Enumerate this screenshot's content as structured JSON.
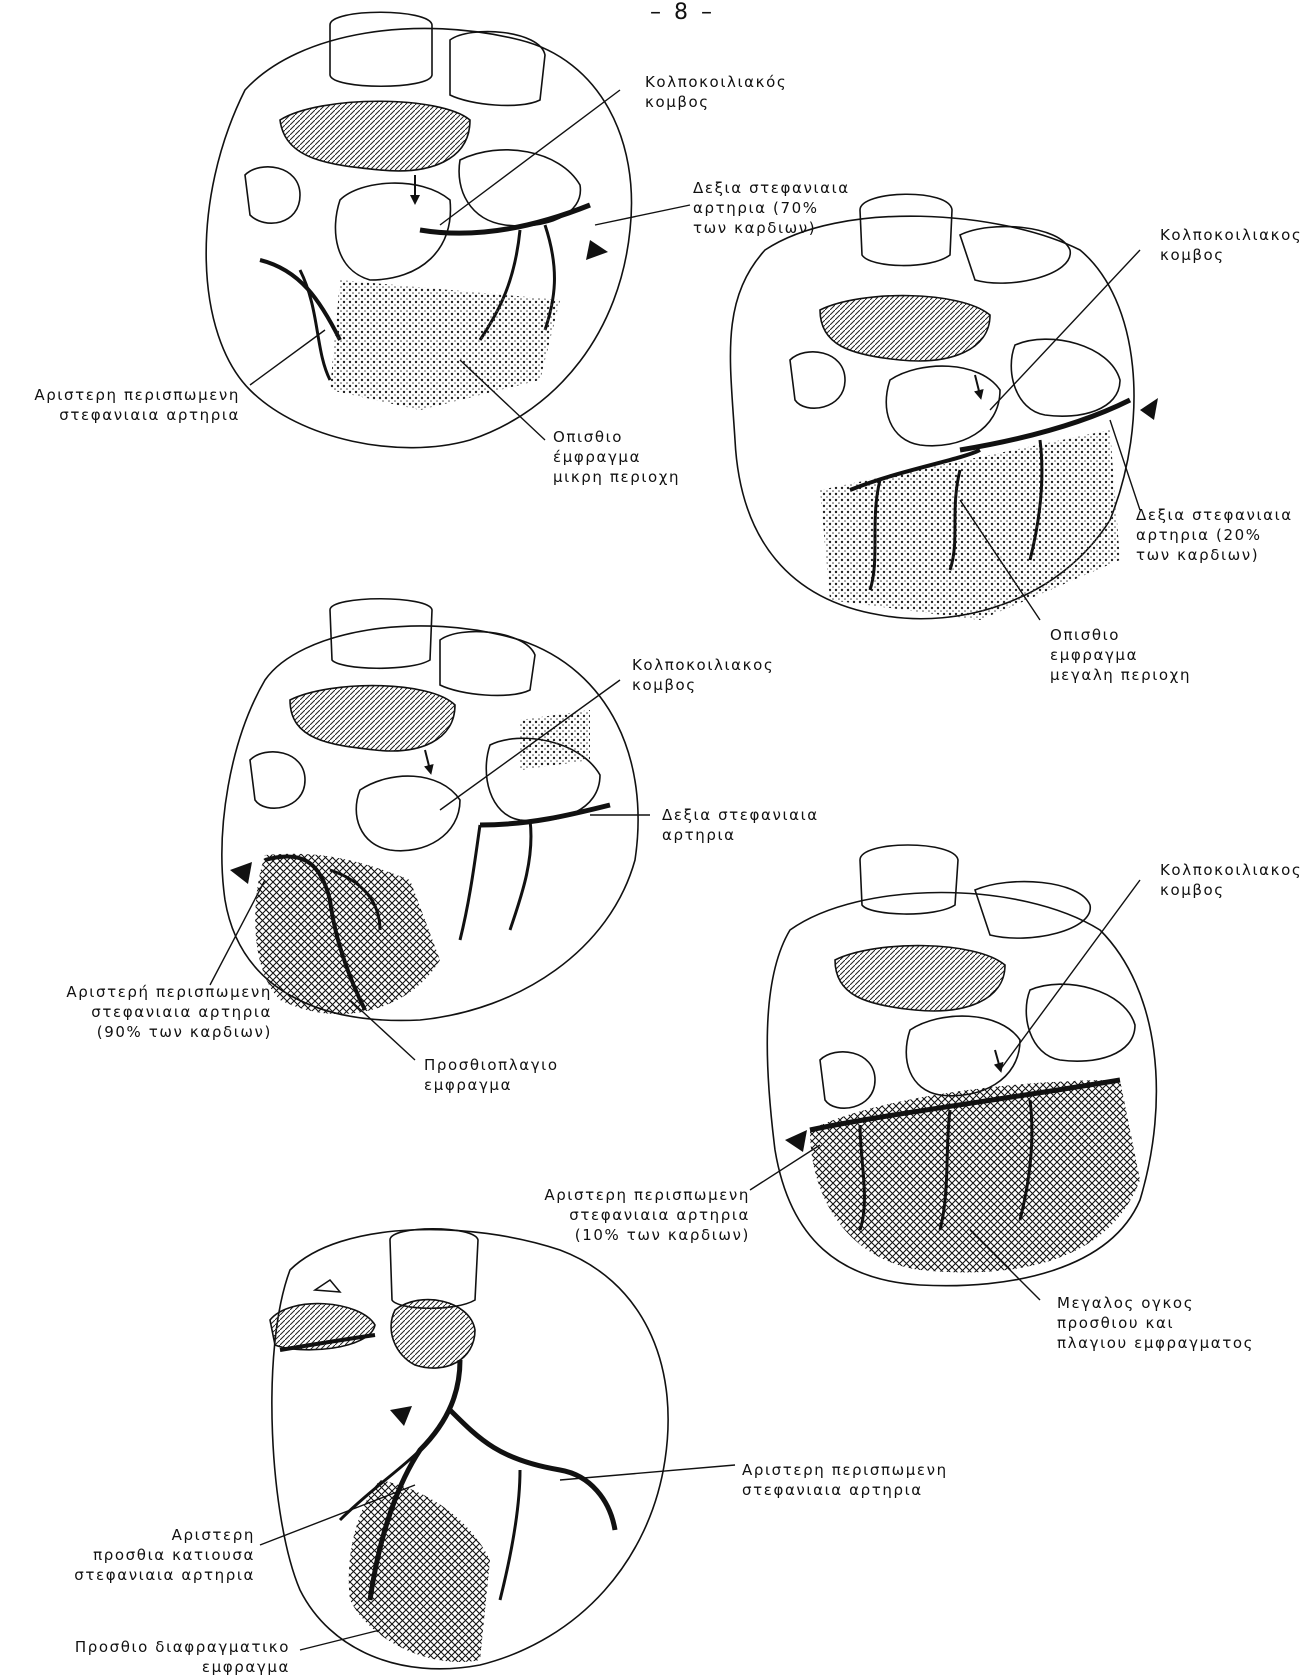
{
  "page_number": "– 8 –",
  "fig1": {
    "av_node": "Κολποκοιλιακός\nκομβος",
    "rca": "Δεξια στεφανιαια\nαρτηρια (70%\nτων καρδιων)",
    "lcx": "Αριστερη περισπωμενη\nστεφανιαια αρτηρια",
    "infarct": "Οπισθιο\nέμφραγμα\nμικρη περιοχη"
  },
  "fig2": {
    "av_node": "Κολποκοιλιακος\nκομβος",
    "rca": "Δεξια στεφανιαια\nαρτηρια (20%\nτων καρδιων)",
    "infarct": "Οπισθιο\nεμφραγμα\nμεγαλη περιοχη"
  },
  "fig3": {
    "av_node": "Κολποκοιλιακος\nκομβος",
    "rca": "Δεξια στεφανιαια\nαρτηρια",
    "lcx": "Αριστερή περισπωμενη\nστεφανιαια αρτηρια\n(90% των καρδιων)",
    "infarct": "Προσθιοπλαγιο\nεμφραγμα"
  },
  "fig4": {
    "av_node": "Κολποκοιλιακος\nκομβος",
    "lcx": "Αριστερη περισπωμενη\nστεφανιαια αρτηρια\n(10% των καρδιων)",
    "infarct": "Μεγαλος ογκος\nπροσθιου και\nπλαγιου εμφραγματος"
  },
  "fig5": {
    "lcx": "Αριστερη περισπωμενη\nστεφανιαια αρτηρια",
    "lad": "Αριστερη\nπροσθια κατιουσα\nστεφανιαια αρτηρια",
    "infarct": "Προσθιο διαφραγματικο\nεμφραγμα"
  }
}
